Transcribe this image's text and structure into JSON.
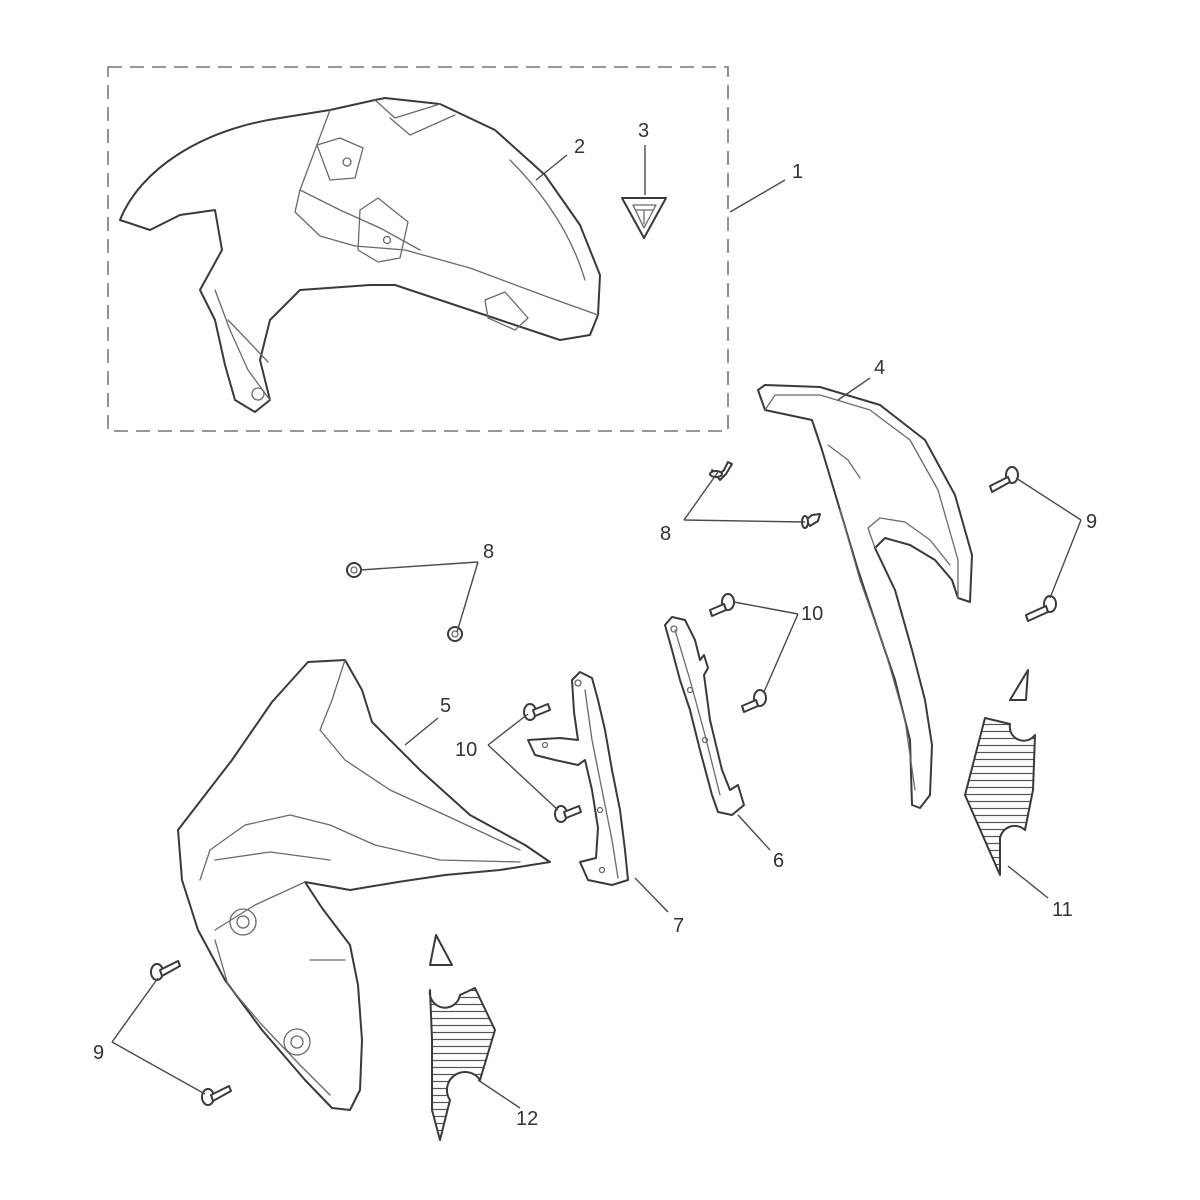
{
  "diagram": {
    "callouts": [
      {
        "number": "1",
        "kind": "single"
      },
      {
        "number": "2",
        "kind": "single"
      },
      {
        "number": "3",
        "kind": "single"
      },
      {
        "number": "4",
        "kind": "single"
      },
      {
        "number": "5",
        "kind": "single"
      },
      {
        "number": "6",
        "kind": "single"
      },
      {
        "number": "7",
        "kind": "single"
      },
      {
        "number": "8",
        "kind": "pair"
      },
      {
        "number": "8",
        "kind": "pair"
      },
      {
        "number": "9",
        "kind": "pair"
      },
      {
        "number": "9",
        "kind": "pair"
      },
      {
        "number": "10",
        "kind": "pair"
      },
      {
        "number": "10",
        "kind": "pair"
      },
      {
        "number": "11",
        "kind": "single"
      },
      {
        "number": "12",
        "kind": "single"
      }
    ]
  }
}
